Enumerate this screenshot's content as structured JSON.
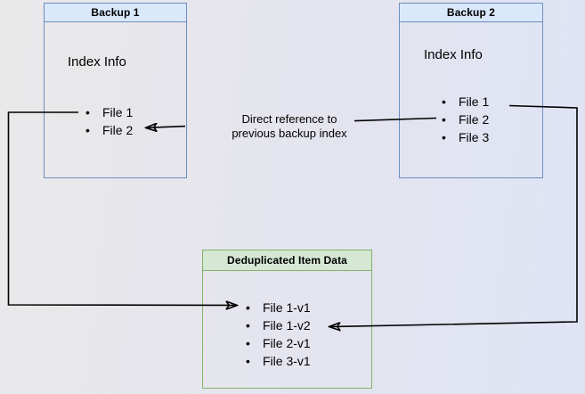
{
  "diagram": {
    "backup1": {
      "title": "Backup 1",
      "subtitle": "Index Info",
      "files": [
        "File 1",
        "File 2"
      ]
    },
    "backup2": {
      "title": "Backup 2",
      "subtitle": "Index Info",
      "files": [
        "File 1",
        "File 2",
        "File 3"
      ]
    },
    "dedup": {
      "title": "Deduplicated Item Data",
      "files": [
        "File 1-v1",
        "File 1-v2",
        "File 2-v1",
        "File 3-v1"
      ]
    },
    "annotation": {
      "line1": "Direct reference to",
      "line2": "previous backup index"
    },
    "bullet": "•",
    "colors": {
      "blue_header_bg": "#dae8fc",
      "blue_border": "#6c8ebf",
      "green_header_bg": "#d5e8d4",
      "green_border": "#82b366",
      "arrow": "#000000",
      "canvas_left": "#eae9e9",
      "canvas_right": "#dfe3f4"
    }
  }
}
